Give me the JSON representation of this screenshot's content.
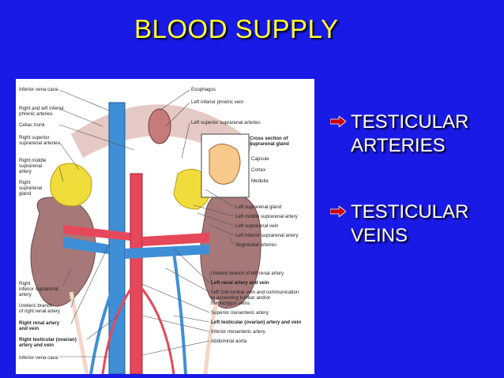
{
  "slide": {
    "title": "BLOOD SUPPLY",
    "bullets": [
      {
        "line1": "TESTICULAR",
        "line2": "ARTERIES"
      },
      {
        "line1": "TESTICULAR",
        "line2": "VEINS"
      }
    ]
  },
  "figure": {
    "left_labels": [
      "Inferior vena cava",
      "Right and left inferior",
      "phrenic arteries",
      "Celiac trunk",
      "Right superior",
      "suprarenal arteries",
      "Right middle",
      "suprarenal",
      "artery",
      "Right",
      "suprarenal",
      "gland",
      "Right",
      "inferior suprarenal",
      "artery",
      "Ureteric branch",
      "of right renal artery",
      "Right renal artery",
      "and vein",
      "Right testicular (ovarian)",
      "artery and vein",
      "Inferior vena cava"
    ],
    "right_labels": [
      "Esophagus",
      "Left inferior phrenic vein",
      "Left superior suprarenal arteries",
      "Left suprarenal gland",
      "Left middle suprarenal artery",
      "Left suprarenal vein",
      "Left inferior suprarenal artery",
      "Segmental arteries",
      "Ureteric branch of left renal artery",
      "Left renal artery and vein",
      "Left 2nd lumbar vein and communication",
      "to ascending lumbar and/or",
      "hemiazygos veins",
      "Superior mesenteric artery",
      "Left testicular (ovarian) artery and vein",
      "Inferior mesenteric artery",
      "Abdominal aorta"
    ],
    "inset_title": [
      "Cross section of",
      "suprarenal gland"
    ],
    "inset_labels": [
      "Capsule",
      "Cortex",
      "Medulla"
    ]
  },
  "colors": {
    "background": "#1a1ae6",
    "title": "#ffff33",
    "bullet_text": "#ffffff",
    "bullet_arrow": "#cc0000",
    "artery": "#e5485a",
    "vein": "#3f8fd6",
    "kidney": "#a67878",
    "gland": "#f0dc3a"
  },
  "icons": {
    "bullet": "arrow-right-icon"
  }
}
